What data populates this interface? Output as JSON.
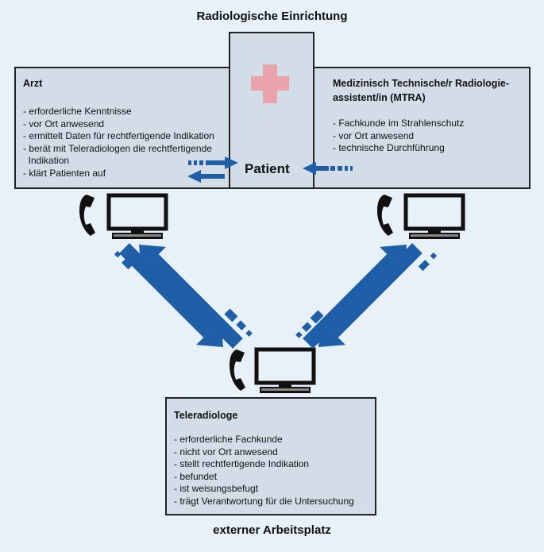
{
  "header": {
    "title": "Radiologische Einrichtung"
  },
  "footer": {
    "title": "externer Arbeitsplatz"
  },
  "arzt": {
    "title": "Arzt",
    "items": [
      "- erforderliche Kenntnisse",
      "- vor Ort anwesend",
      "- ermittelt Daten für rechtfertigende Indikation",
      "- berät mit Teleradiologen die rechtfertigende",
      "  Indikation",
      "- klärt Patienten auf"
    ]
  },
  "mtra": {
    "title_line1": "Medizinisch Technische/r Radiologie-",
    "title_line2": "assistent/in (MTRA)",
    "items": [
      "- Fachkunde im Strahlenschutz",
      "- vor Ort anwesend",
      "- technische Durchführung"
    ]
  },
  "patient": {
    "label": "Patient"
  },
  "teleradiologe": {
    "title": "Teleradiologe",
    "items": [
      "- erforderliche Fachkunde",
      "- nicht vor Ort anwesend",
      "- stellt rechtfertigende Indikation",
      "- befundet",
      "- ist weisungsbefugt",
      "- trägt Verantwortung für die Untersuchung"
    ]
  },
  "colors": {
    "background": "#e8f0f8",
    "box_fill": "#d3dde7",
    "arrow_blue": "#1f5fa8",
    "cross_pink": "#e9a3aa",
    "device_black": "#111111"
  },
  "icons": [
    "cross-icon",
    "phone-icon",
    "computer-icon"
  ]
}
